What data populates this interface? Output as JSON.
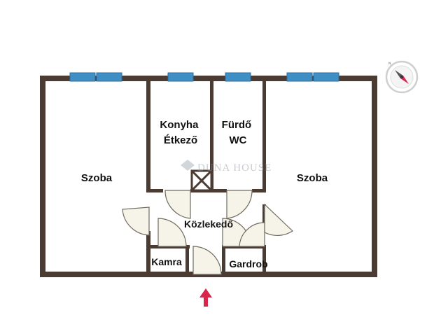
{
  "plan": {
    "rooms": [
      {
        "id": "szoba-left",
        "label_lines": [
          "Szoba"
        ]
      },
      {
        "id": "konyha",
        "label_lines": [
          "Konyha",
          "Étkező"
        ]
      },
      {
        "id": "furdo",
        "label_lines": [
          "Fürdő",
          "WC"
        ]
      },
      {
        "id": "szoba-right",
        "label_lines": [
          "Szoba"
        ]
      },
      {
        "id": "kozlekedo",
        "label_lines": [
          "Közlekedő"
        ]
      },
      {
        "id": "kamra",
        "label_lines": [
          "Kamra"
        ]
      },
      {
        "id": "gardrob",
        "label_lines": [
          "Gardrob"
        ]
      }
    ],
    "watermark": "DUNA HOUSE",
    "colors": {
      "wall": "#4a3b33",
      "window": "#3f8fc4",
      "window_frame": "#2d6e9e",
      "door_fill": "#f6f4e8",
      "entrance_arrow": "#d6264a",
      "compass_ring": "#cfcfcf"
    },
    "compass": {
      "icon": "compass-icon"
    },
    "entrance": {
      "icon": "entrance-arrow-icon"
    }
  }
}
